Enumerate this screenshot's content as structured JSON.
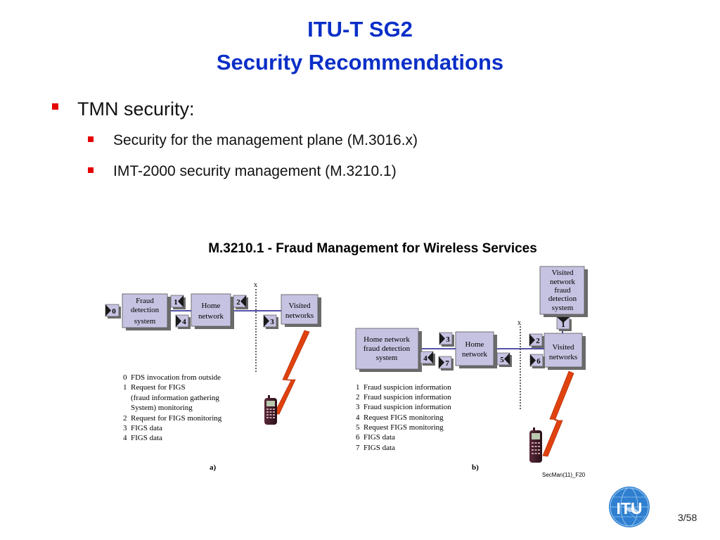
{
  "slide": {
    "title_line1": "ITU-T SG2",
    "title_line2": "Security Recommendations",
    "bullets": [
      "TMN security:",
      "Security for the management plane (M.3016.x)",
      "IMT-2000 security management (M.3210.1)"
    ],
    "figure_caption": "M.3210.1 - Fraud Management for Wireless Services",
    "page_number": "3/58",
    "logo_text": "ITU"
  },
  "diagram_a": {
    "boxes": {
      "fds": [
        "Fraud",
        "detection",
        "system"
      ],
      "home": [
        "Home",
        "network"
      ],
      "visited": [
        "Visited",
        "networks"
      ]
    },
    "marker": "x",
    "tags": [
      "0",
      "1",
      "2",
      "3",
      "4"
    ],
    "legend": [
      "0  FDS invocation from outside",
      "1  Request for FIGS",
      "    (fraud information gathering",
      "    System) monitoring",
      "2  Request for FIGS monitoring",
      "3  FIGS data",
      "4  FIGS data"
    ],
    "label": "a)"
  },
  "diagram_b": {
    "boxes": {
      "visited_fds": [
        "Visited",
        "network",
        "fraud",
        "detection",
        "system"
      ],
      "home_fds": [
        "Home network",
        "fraud detection",
        "system"
      ],
      "home": [
        "Home",
        "network"
      ],
      "visited": [
        "Visited",
        "networks"
      ]
    },
    "marker": "x",
    "tags": [
      "1",
      "2",
      "3",
      "4",
      "5",
      "6",
      "7"
    ],
    "legend": [
      "1  Fraud suspicion information",
      "2  Fraud suspicion information",
      "3  Fraud suspicion information",
      "4  Request FIGS monitoring",
      "5  Request FIGS monitoring",
      "6  FIGS data",
      "7  FIGS data"
    ],
    "label": "b)",
    "ref": "SecMan(11)_F20"
  },
  "colors": {
    "title": "#0b2fc7",
    "bullet": "#e60000",
    "box_fill": "#c6c3e2",
    "box_shadow": "#6b6b6b",
    "tag_fill": "#c6c3e2",
    "link_line": "#1a1a8c",
    "lightning": "#e0420e"
  }
}
